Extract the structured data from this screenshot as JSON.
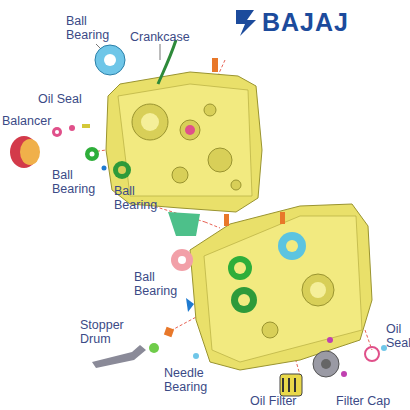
{
  "diagram": {
    "labels": [
      "BAJAJ",
      "Ball Bearing",
      "Crankcase",
      "Oil Seal",
      "Balancer",
      "Ball Bearing",
      "Ball Bearing",
      "Ball Bearing",
      "Stopper Drum",
      "Needle Bearing",
      "Oil Seal",
      "Oil Filter",
      "Filter Cap"
    ]
  }
}
